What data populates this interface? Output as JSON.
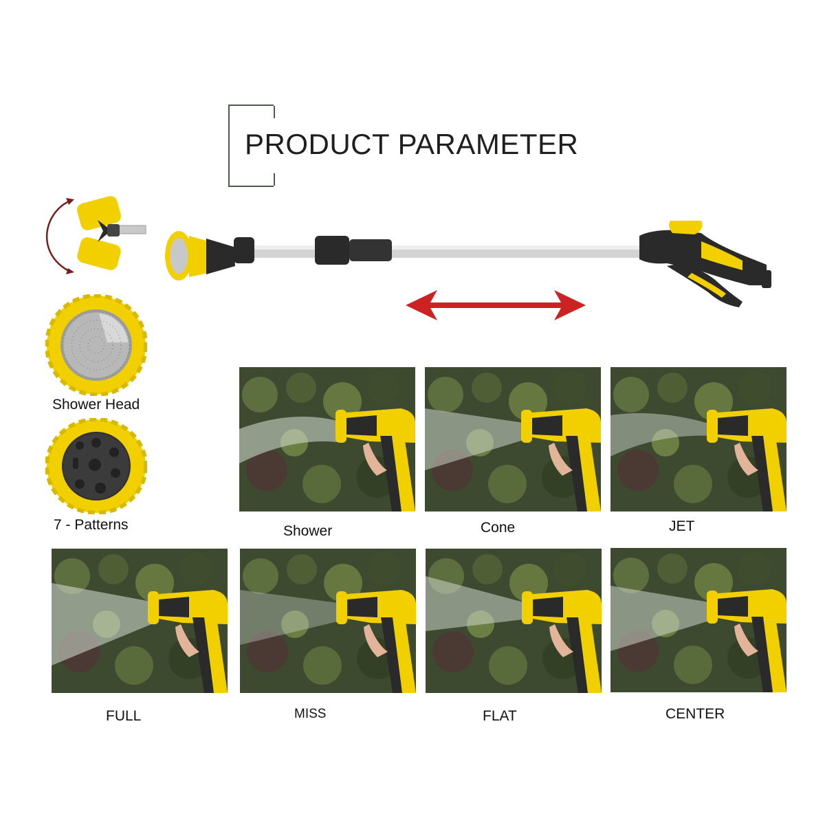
{
  "header": {
    "title": "PRODUCT PARAMETER"
  },
  "side": {
    "shower_head_label": "Shower Head",
    "patterns_label": "7 - Patterns"
  },
  "patterns": [
    {
      "label": "Shower"
    },
    {
      "label": "Cone"
    },
    {
      "label": "JET"
    },
    {
      "label": "FULL"
    },
    {
      "label": "MISS"
    },
    {
      "label": "FLAT"
    },
    {
      "label": "CENTER"
    }
  ],
  "colors": {
    "accent_yellow": "#f2d000",
    "handle_black": "#2a2a2a",
    "arrow_red": "#cc2222",
    "arrow_dark_red": "#7a1c1c",
    "frame_green": "#4b5a4b"
  },
  "icons": {
    "rotate_arrow": "curved-arrow-icon",
    "extend_arrow": "double-arrow-icon"
  }
}
